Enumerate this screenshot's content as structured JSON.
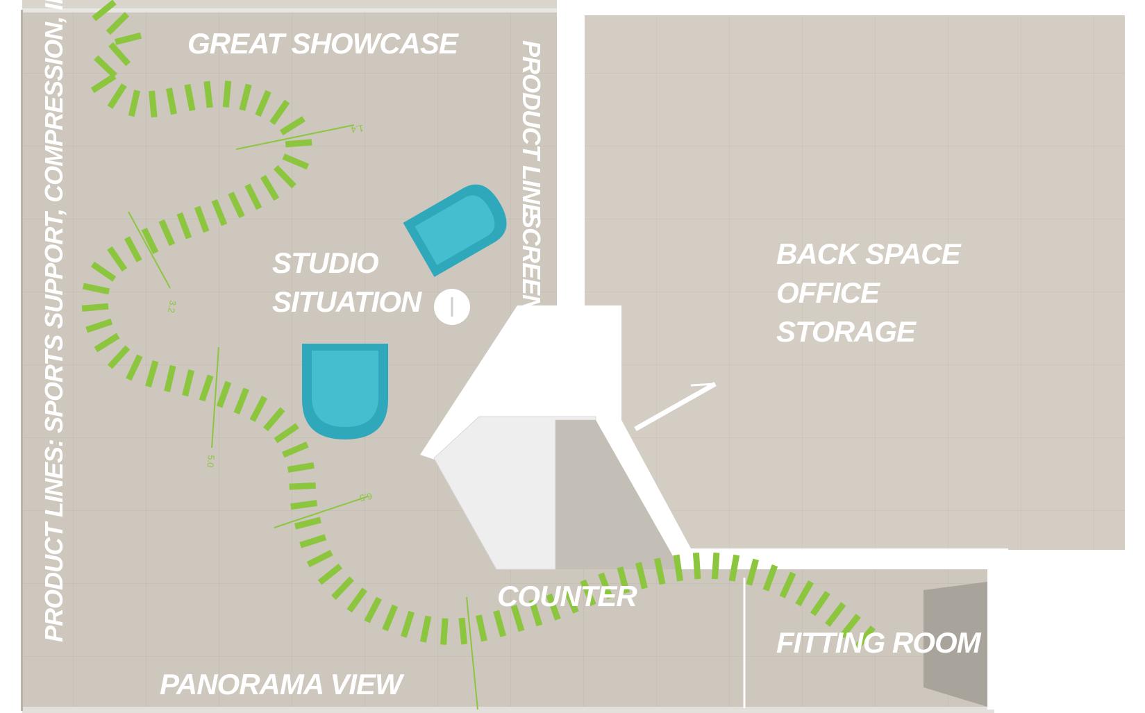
{
  "labels": {
    "great_showcase": "GREAT SHOWCASE",
    "product_line": "PRODUCT LINE",
    "screen": "SCREEN",
    "studio": "STUDIO",
    "situation": "SITUATION",
    "back_space": "BACK SPACE",
    "office": "OFFICE",
    "storage": "STORAGE",
    "counter": "COUNTER",
    "fitting_room": "FITTING ROOM",
    "panorama_view": "PANORAMA VIEW",
    "product_lines": "PRODUCT LINES: SPORTS SUPPORT, COMPRESSION, INSOLES"
  },
  "track_markers": [
    "1.4",
    "3.2",
    "5.0",
    "6.5"
  ],
  "colors": {
    "floor": "#cdc7bd",
    "wall": "#ffffff",
    "track": "#8cc63f",
    "chair": "#3bb4c6",
    "counter": "#f2f2f2"
  }
}
